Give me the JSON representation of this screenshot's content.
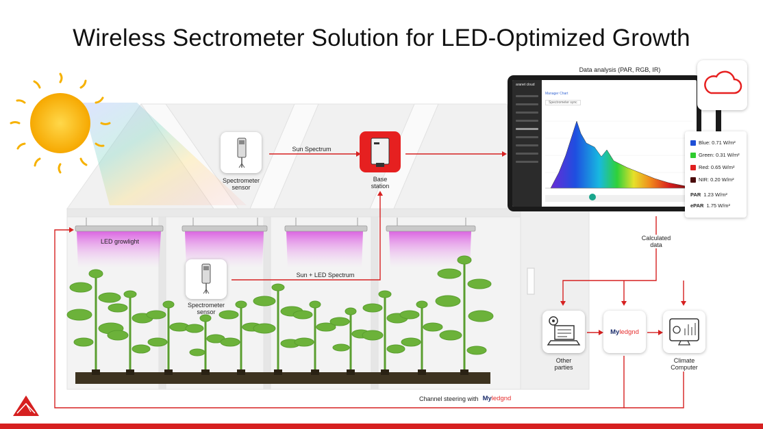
{
  "title": "Wireless Sectrometer Solution for LED-Optimized Growth",
  "top_right_label": "Data analysis (PAR, RGB, IR)",
  "sensor_top": {
    "label_line1": "Spectrometer",
    "label_line2": "sensor"
  },
  "sensor_bottom": {
    "label_line1": "Spectrometer",
    "label_line2": "sensor"
  },
  "base_station": {
    "label_line1": "Base",
    "label_line2": "station"
  },
  "arrow_sun": "Sun Spectrum",
  "arrow_led": "Sun + LED Spectrum",
  "led_label": "LED growlight",
  "calculated_label": {
    "line1": "Calculated",
    "line2": "data"
  },
  "other_parties": {
    "line1": "Other",
    "line2": "parties"
  },
  "myledgnd": {
    "prefix": "My",
    "suffix": "ledgnd"
  },
  "climate": {
    "line1": "Climate",
    "line2": "Computer"
  },
  "channel_steering": "Channel steering with",
  "legend": {
    "items": [
      {
        "label": "Blue: 0.71 W/m²",
        "color": "#1f4fd6"
      },
      {
        "label": "Green: 0.31 W/m²",
        "color": "#2ecc2e"
      },
      {
        "label": "Red: 0.65 W/m²",
        "color": "#e02020"
      },
      {
        "label": "NIR: 0.20 W/m²",
        "color": "#4a0b0b"
      }
    ],
    "par_label": "PAR",
    "par_value": "1.23 W/m²",
    "epar_label": "ePAR",
    "epar_value": "1.75 W/m²"
  },
  "tablet": {
    "brand": "aranet cloud",
    "dropdown": "Spectrometer sync",
    "chart_title": "Manager Chart"
  },
  "colors": {
    "accent": "#d62020",
    "plant": "#5a9e2f",
    "led_glow": "#e27de8",
    "sun": "#f5b400"
  },
  "icons": [
    "sun-icon",
    "spectrometer-icon",
    "base-station-icon",
    "cloud-icon",
    "laptop-gear-icon",
    "climate-computer-icon",
    "logo-icon"
  ]
}
